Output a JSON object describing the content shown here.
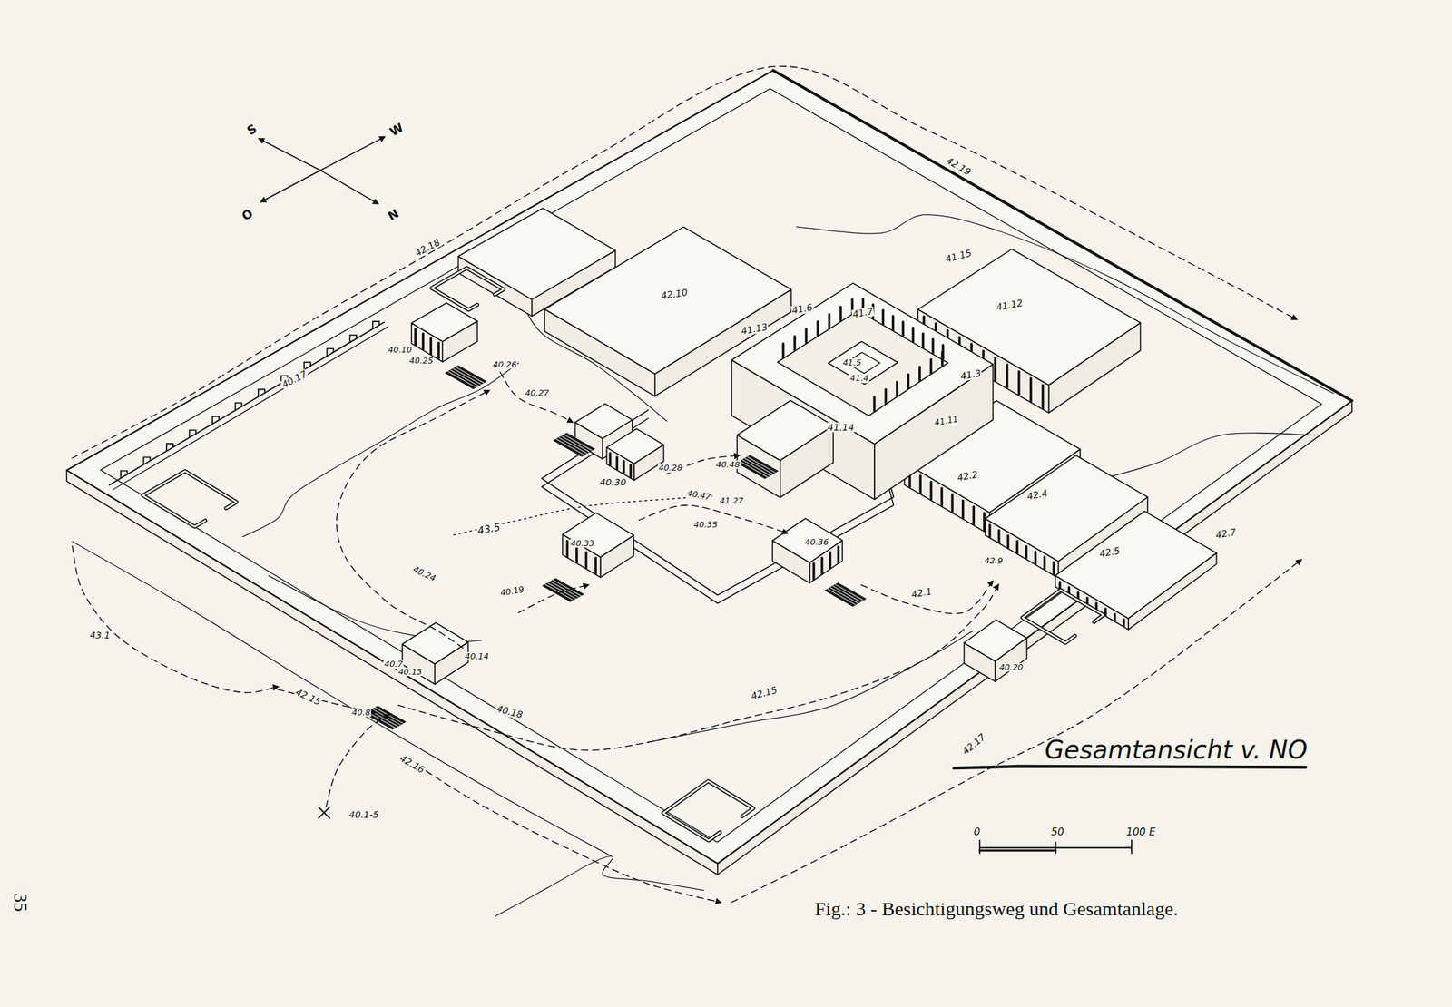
{
  "diagram": {
    "title": "Gesamtansicht v. NO",
    "caption": "Fig.: 3 - Besichtigungsweg und Gesamtanlage.",
    "labels": [
      "S",
      "W",
      "O",
      "N",
      "42.18",
      "42.19",
      "42.10",
      "41.13",
      "41.6",
      "41.7",
      "41.15",
      "41.12",
      "41.5",
      "41.4",
      "41.3",
      "41.11",
      "41.14",
      "40.10",
      "40.25",
      "40.26",
      "40.27",
      "40.17",
      "40.30",
      "40.28",
      "40.48",
      "40.47",
      "41.27",
      "40.35",
      "43.5",
      "40.24",
      "40.33",
      "40.36",
      "40.19",
      "42.2",
      "42.4",
      "42.5",
      "42.7",
      "42.9",
      "42.1",
      "43.1",
      "40.7",
      "40.13",
      "40.14",
      "40.8",
      "42.15",
      "42.15",
      "40.18",
      "40.20",
      "42.16",
      "42.17",
      "40.1-5",
      "0",
      "50",
      "100 E",
      "35"
    ]
  }
}
